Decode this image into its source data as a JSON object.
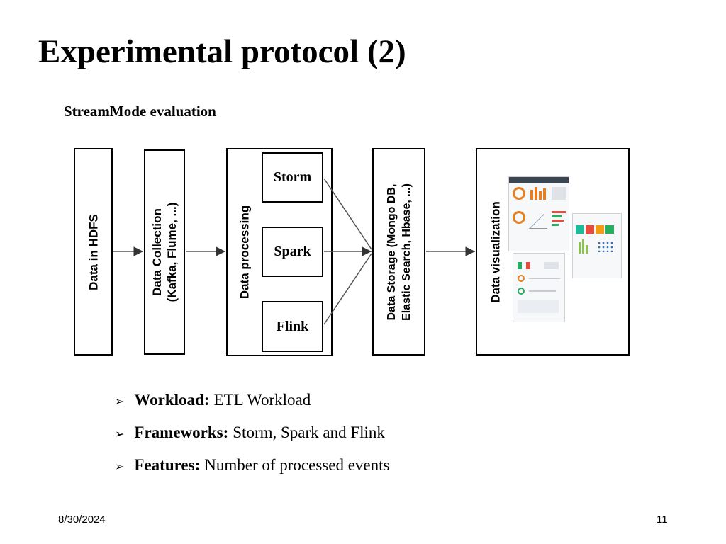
{
  "slide": {
    "title": "Experimental protocol (2)",
    "subtitle": "StreamMode evaluation"
  },
  "diagram": {
    "hdfs": "Data in HDFS",
    "collection_line1": "Data Collection",
    "collection_line2": "(Kafka, Flume, ...)",
    "processing": "Data processing",
    "frameworks": [
      "Storm",
      "Spark",
      "Flink"
    ],
    "storage_line1": "Data Storage (Mongo DB,",
    "storage_line2": "Elastic Search, Hbase, ...)",
    "visualization": "Data visualization"
  },
  "bullets": [
    {
      "label": "Workload:",
      "text": "ETL Workload"
    },
    {
      "label": "Frameworks:",
      "text": "Storm, Spark and Flink"
    },
    {
      "label": "Features:",
      "text": "Number of processed events"
    }
  ],
  "footer": {
    "date": "8/30/2024",
    "page": "11"
  }
}
